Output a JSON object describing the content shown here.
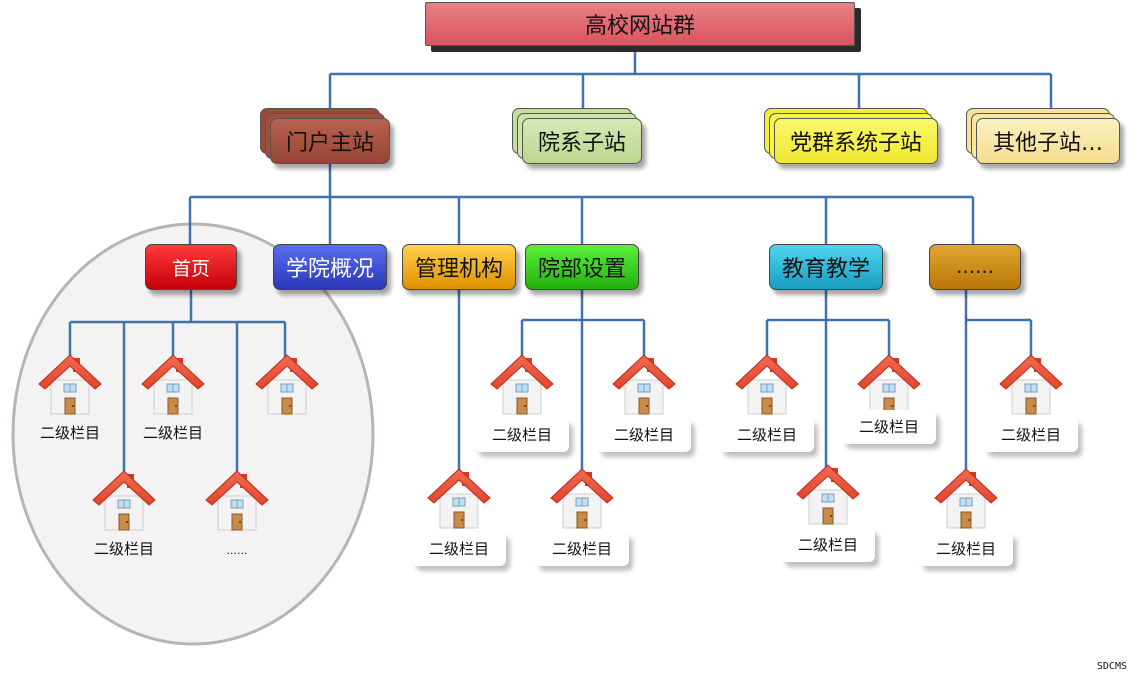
{
  "root": {
    "label": "高校网站群"
  },
  "sites": [
    {
      "id": "portal",
      "label": "门户主站"
    },
    {
      "id": "dept",
      "label": "院系子站"
    },
    {
      "id": "party",
      "label": "党群系统子站"
    },
    {
      "id": "other",
      "label": "其他子站…"
    }
  ],
  "sections": [
    {
      "id": "home",
      "label": "首页"
    },
    {
      "id": "about",
      "label": "学院概况"
    },
    {
      "id": "admin",
      "label": "管理机构"
    },
    {
      "id": "depts",
      "label": "院部设置"
    },
    {
      "id": "edu",
      "label": "教育教学"
    },
    {
      "id": "more",
      "label": "……"
    }
  ],
  "subpage_label": "二级栏目",
  "subpage_more_label": "......",
  "watermark": "SDCMS",
  "colors": {
    "root": "#e26b73",
    "portal": "#a9513f",
    "dept": "#c9e0a1",
    "party": "#f7f24a",
    "other": "#fbe9a6",
    "line": "#3e72b0",
    "home": "#e8101a",
    "about": "#3b4fd6",
    "admin": "#f0a800",
    "depts": "#3cc81c",
    "edu": "#27b9d6",
    "more": "#c48612",
    "roof": "#e2452d"
  },
  "icons": {
    "subpage": "house-icon"
  }
}
